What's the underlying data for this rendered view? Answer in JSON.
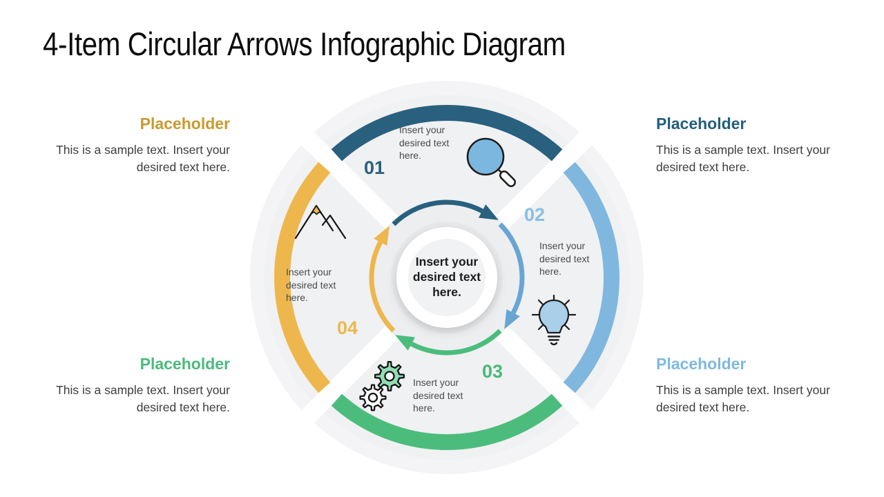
{
  "title": "4-Item Circular Arrows Infographic Diagram",
  "center": {
    "text": "Insert your desired text here."
  },
  "steps": [
    {
      "number": "01",
      "text": "Insert your desired text here.",
      "icon": "magnifier-icon",
      "color": "#29607e"
    },
    {
      "number": "02",
      "text": "Insert your desired text here.",
      "icon": "lightbulb-icon",
      "color": "#7fb7df"
    },
    {
      "number": "03",
      "text": "Insert your desired text here.",
      "icon": "gears-icon",
      "color": "#4cbc7d"
    },
    {
      "number": "04",
      "text": "Insert your desired text here.",
      "icon": "mountain-icon",
      "color": "#eeb74d"
    }
  ],
  "placeholders": [
    {
      "position": "top-left",
      "heading": "Placeholder",
      "body": "This is a sample text. Insert your desired text here.",
      "accent": "#c9992e"
    },
    {
      "position": "top-right",
      "heading": "Placeholder",
      "body": "This is a sample text. Insert your desired text here.",
      "accent": "#235e7e"
    },
    {
      "position": "bottom-left",
      "heading": "Placeholder",
      "body": "This is a sample text. Insert your desired text here.",
      "accent": "#4bba7b"
    },
    {
      "position": "bottom-right",
      "heading": "Placeholder",
      "body": "This is a sample text. Insert your desired text here.",
      "accent": "#7fb9e0"
    }
  ],
  "colors": {
    "arc_top": "#29607e",
    "arc_right": "#7fb7df",
    "arc_bottom": "#4cbc7d",
    "arc_left": "#eeb74d",
    "quadrant_fill": "#f0f1f2",
    "text_body": "#3d3d3d",
    "center_text": "#1c1c1c"
  }
}
